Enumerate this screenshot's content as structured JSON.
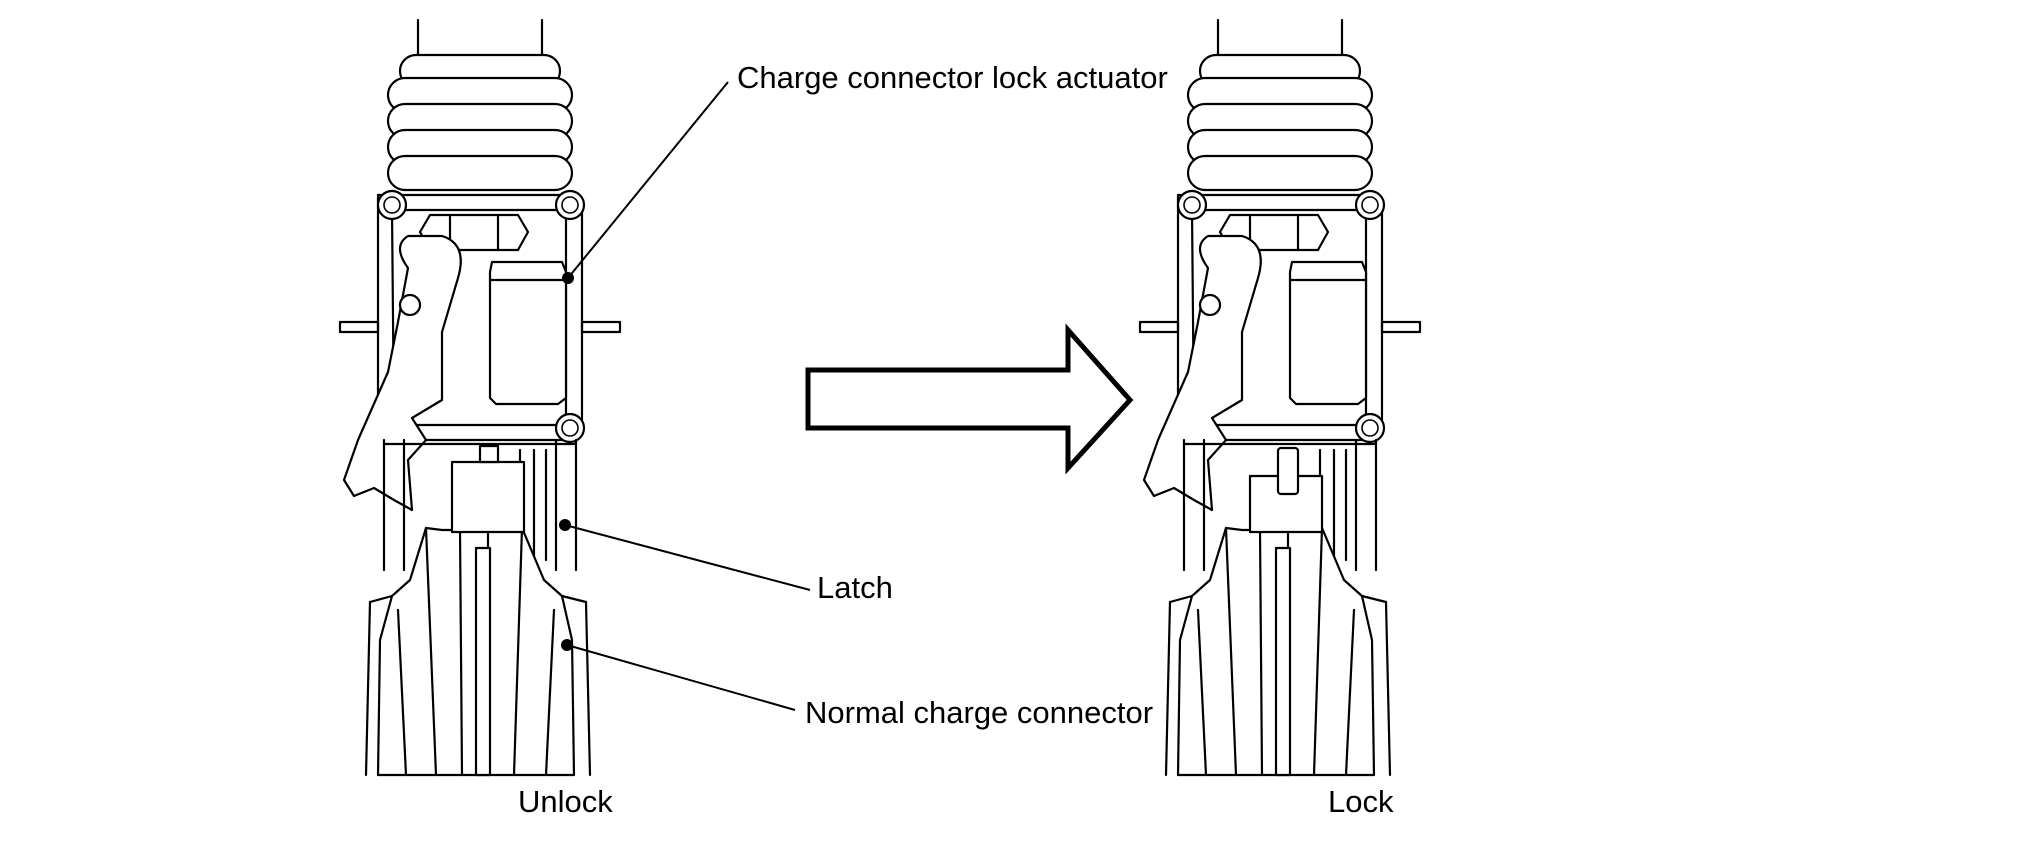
{
  "labels": {
    "actuator": "Charge connector lock actuator",
    "latch": "Latch",
    "connector": "Normal charge connector",
    "unlock": "Unlock",
    "lock": "Lock"
  },
  "colors": {
    "line": "#000000",
    "background": "#ffffff"
  }
}
